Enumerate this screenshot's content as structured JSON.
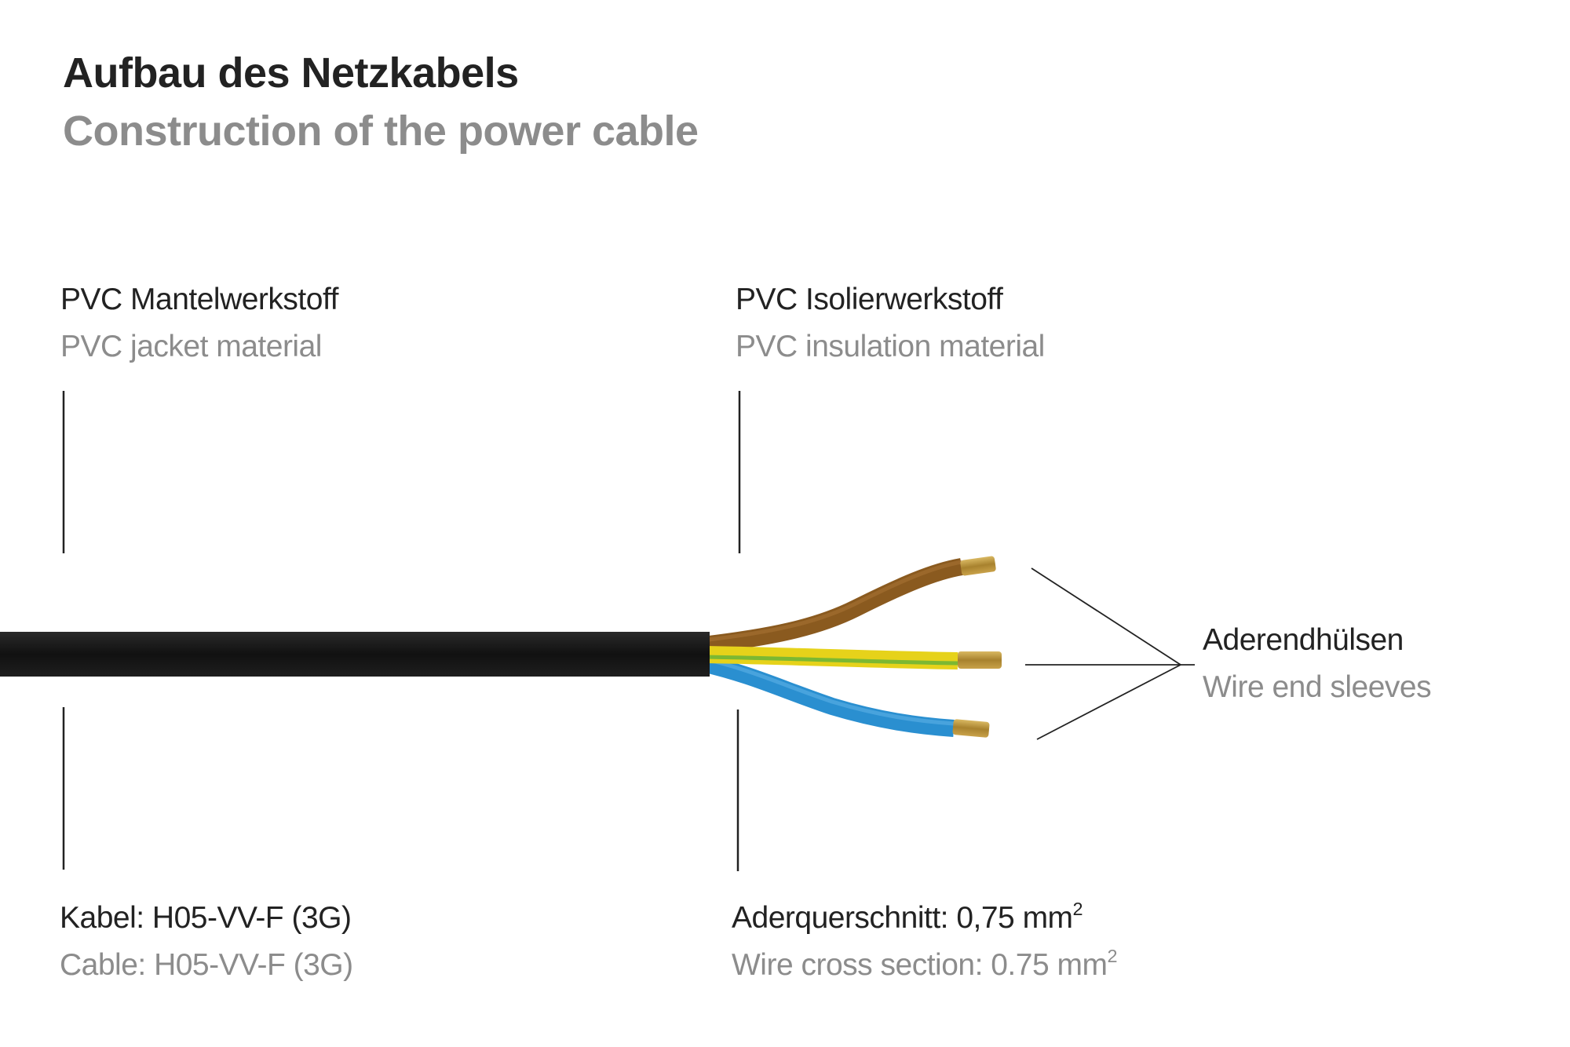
{
  "header": {
    "title": "Aufbau des Netzkabels",
    "subtitle": "Construction of the power cable"
  },
  "labels": {
    "jacket": {
      "de": "PVC Mantelwerkstoff",
      "en": "PVC jacket material"
    },
    "insulation": {
      "de": "PVC Isolierwerkstoff",
      "en": "PVC insulation material"
    },
    "sleeves": {
      "de": "Aderendhülsen",
      "en": "Wire end sleeves"
    },
    "cable_type": {
      "de": "Kabel: H05-VV-F (3G)",
      "en": "Cable: H05-VV-F (3G)"
    },
    "cross_section": {
      "de_prefix": "Aderquerschnitt: 0,75 mm",
      "en_prefix": "Wire cross section: 0.75 mm",
      "superscript": "2"
    }
  },
  "colors": {
    "text_dark": "#222222",
    "text_gray": "#8c8c8c",
    "jacket": "#1a1a1a",
    "wire_brown": "#8a5a1f",
    "wire_yellow": "#e6d21a",
    "wire_green_stripe": "#7cb832",
    "wire_blue": "#2a8fd0",
    "sleeve_brass": "#b8913a"
  }
}
